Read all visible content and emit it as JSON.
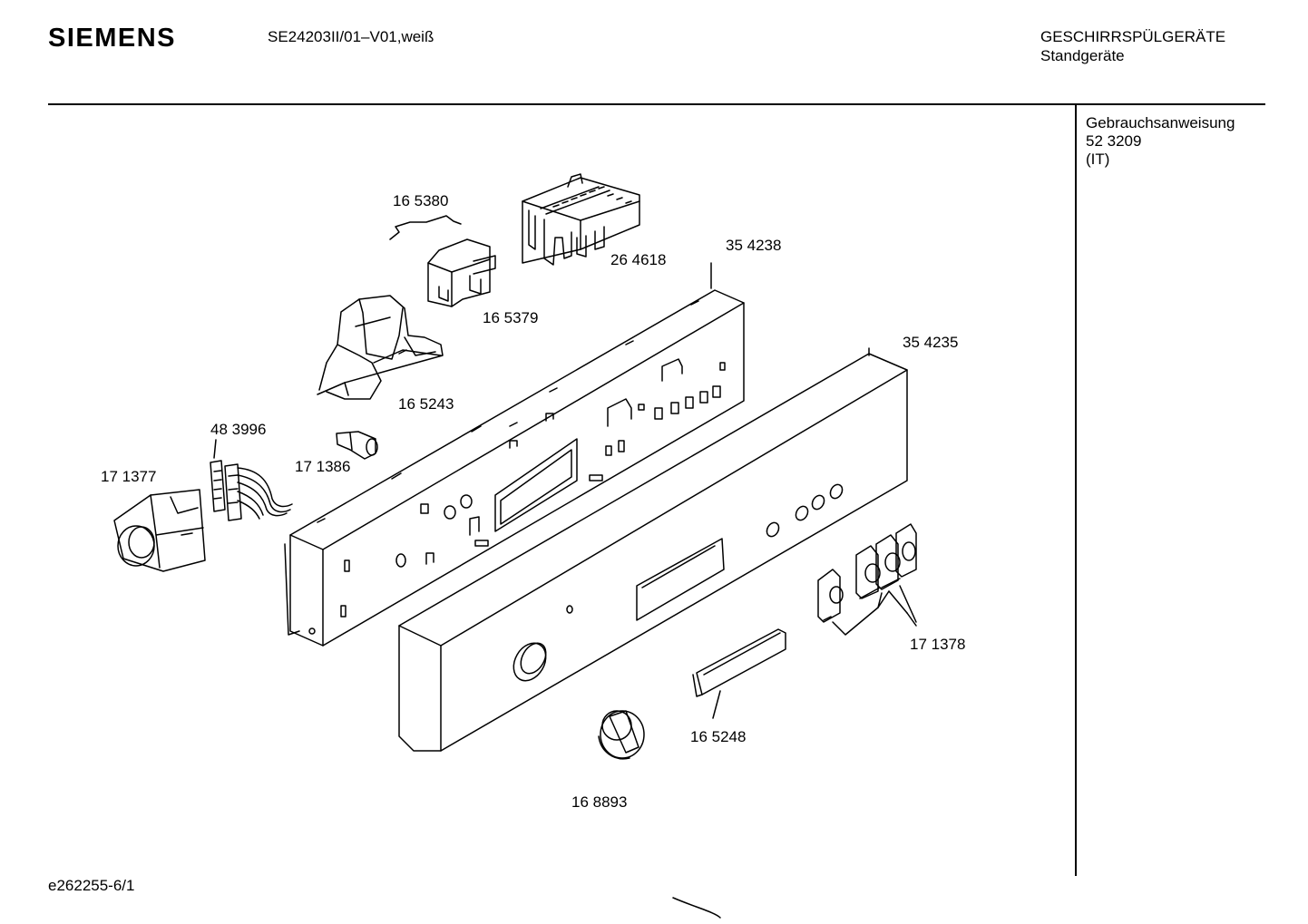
{
  "header": {
    "brand": "SIEMENS",
    "model": "SE24203II/01–V01,weiß",
    "category": "GESCHIRRSPÜLGERÄTE",
    "subcategory": "Standgeräte"
  },
  "side_panel": {
    "line1": "Gebrauchsanweisung",
    "line2": "52 3209",
    "line3": "(IT)"
  },
  "parts": [
    "16 5380",
    "26 4618",
    "35 4238",
    "16 5379",
    "35 4235",
    "16 5243",
    "48 3996",
    "17 1377",
    "17 1386",
    "17 1378",
    "16 5248",
    "16 8893"
  ],
  "footer": {
    "doc_id": "e262255-6/1"
  }
}
